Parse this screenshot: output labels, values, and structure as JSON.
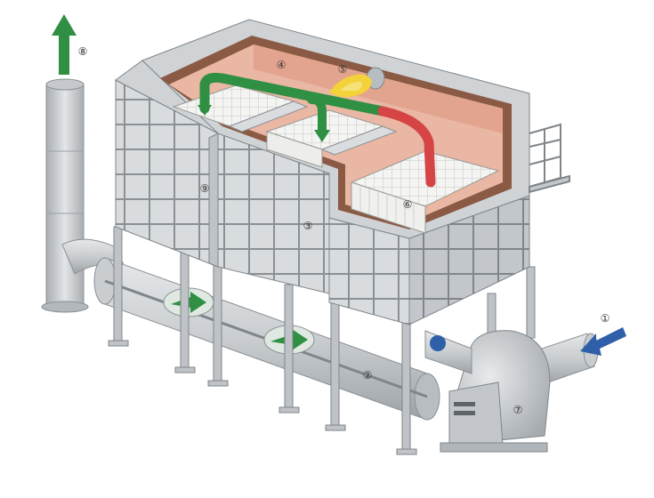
{
  "callouts": [
    {
      "id": "1",
      "text": "①"
    },
    {
      "id": "2",
      "text": "②"
    },
    {
      "id": "3",
      "text": "③"
    },
    {
      "id": "4",
      "text": "④"
    },
    {
      "id": "5",
      "text": "⑤"
    },
    {
      "id": "6",
      "text": "⑥"
    },
    {
      "id": "7",
      "text": "⑦"
    },
    {
      "id": "8",
      "text": "⑧"
    },
    {
      "id": "9",
      "text": "⑨"
    }
  ],
  "colors": {
    "background": "#ffffff",
    "panel": "#d9dcde",
    "panel_dark": "#b7bcc0",
    "panel_line": "#8b9095",
    "chamber_interior": "#e9b7a4",
    "insulation": "#8a5a44",
    "ceramic_bed": "#f4f4f2",
    "hot_duct": "#d64545",
    "green_flow": "#2f8f43",
    "burner_flame": "#f3d23a",
    "inlet_arrow": "#2f5fa8",
    "steel": "#c8cccf"
  }
}
